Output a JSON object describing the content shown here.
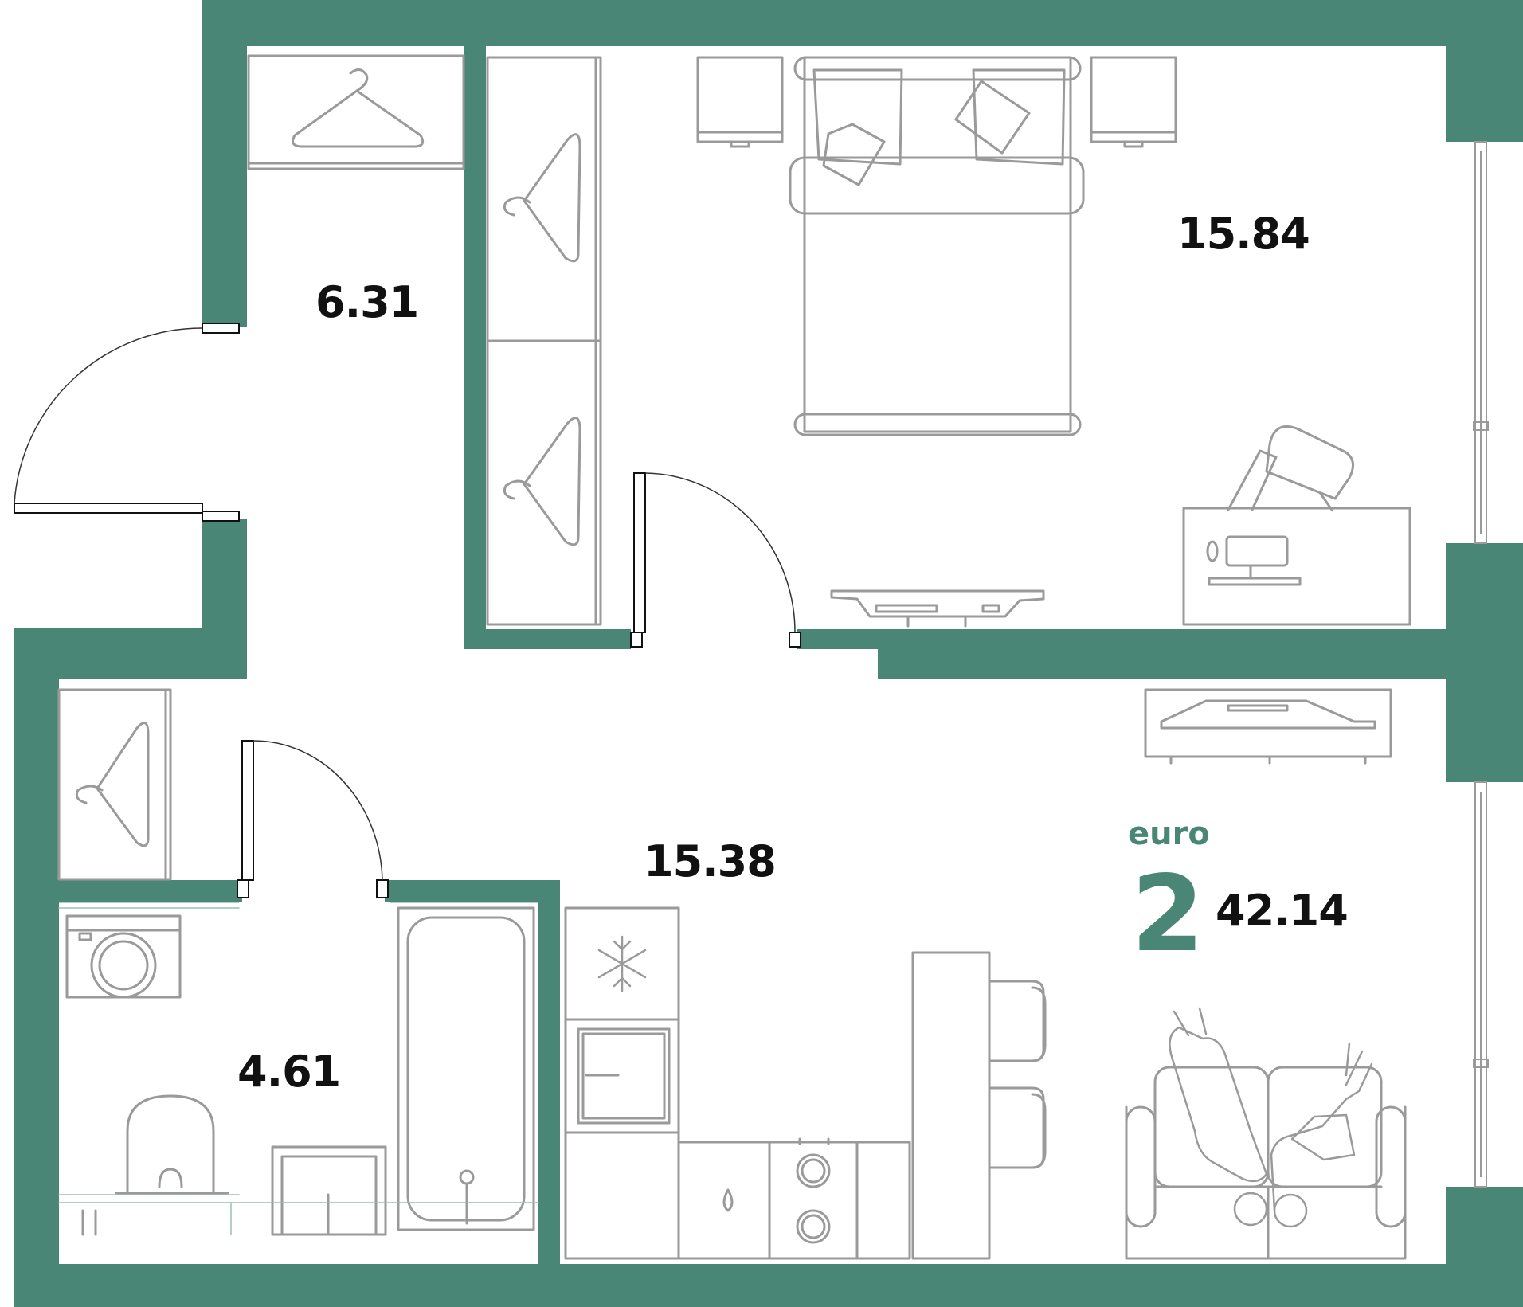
{
  "colors": {
    "wall": "#4a8675",
    "furniture": "#9a9a9a",
    "accent": "#4a8675",
    "text": "#111111"
  },
  "rooms": [
    {
      "id": "hallway",
      "area": "6.31"
    },
    {
      "id": "bedroom",
      "area": "15.84"
    },
    {
      "id": "living-kitchen",
      "area": "15.38"
    },
    {
      "id": "bathroom",
      "area": "4.61"
    }
  ],
  "apartment": {
    "type": "euro",
    "rooms_count": "2",
    "total_area": "42.14"
  },
  "icons": [
    "hanger-icon",
    "bed-icon",
    "desk-icon",
    "tv-icon",
    "fridge-icon",
    "sink-icon",
    "stove-icon",
    "sofa-icon",
    "bathtub-icon",
    "toilet-icon",
    "washing-machine-icon",
    "door-icon",
    "window-icon"
  ]
}
